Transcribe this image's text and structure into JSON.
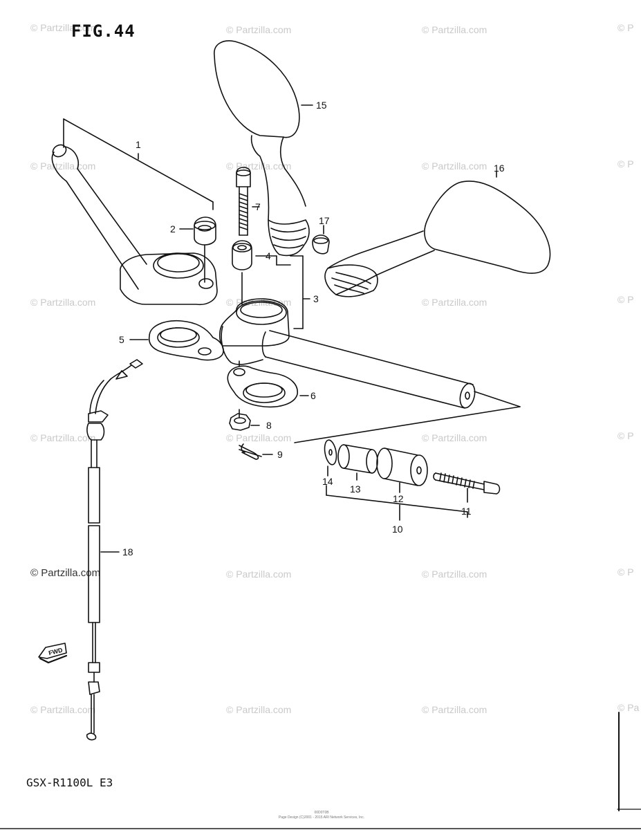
{
  "figure": {
    "title": "FIG.44",
    "model": "GSX-R1100L E3"
  },
  "watermark": {
    "text": "© Partzilla.com",
    "text_partial": "© Pa",
    "text_short": "© P"
  },
  "footer": {
    "line1": "00D0T0B",
    "line2": "Page Design (C)2001 - 2015 ARI Network Services, Inc."
  },
  "direction_badge": {
    "label": "FWD"
  },
  "callouts": [
    "1",
    "2",
    "3",
    "4",
    "5",
    "6",
    "7",
    "8",
    "9",
    "10",
    "11",
    "12",
    "13",
    "14",
    "15",
    "16",
    "17",
    "18"
  ],
  "parts": {
    "handlebar_left": "1",
    "cap_nut": "2",
    "handlebar_right": "3",
    "spacer": "4",
    "clamp_plate_upper": "5",
    "clamp_plate_lower": "6",
    "bolt": "7",
    "nut": "8",
    "clip": "9",
    "balancer_set": "10",
    "balancer_screw": "11",
    "balancer_weight_outer": "12",
    "balancer_weight_inner": "13",
    "washer": "14",
    "mirror_left": "15",
    "mirror_right": "16",
    "mirror_cap_nut": "17",
    "throttle_cable": "18"
  },
  "colors": {
    "line": "#111111",
    "watermark": "#c9c9c9",
    "background": "#ffffff"
  }
}
